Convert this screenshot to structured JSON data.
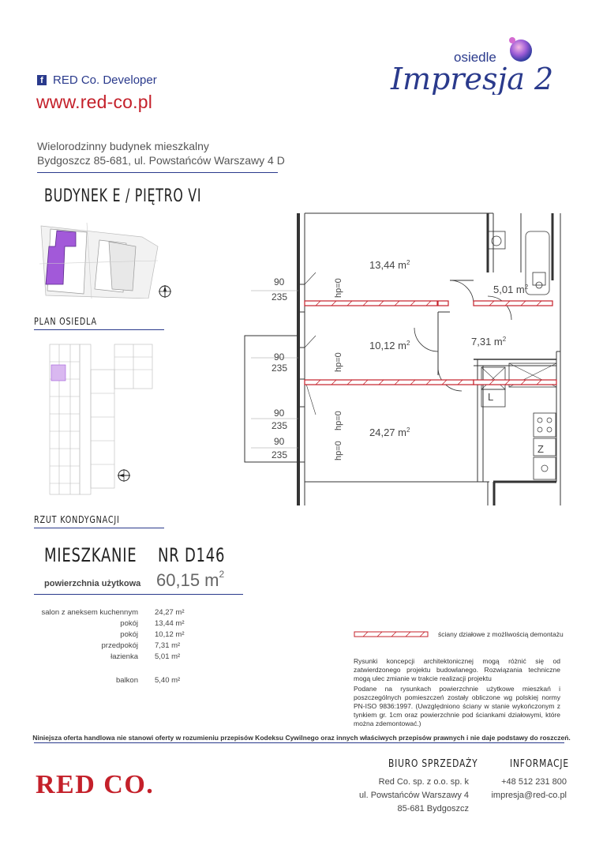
{
  "company": {
    "facebook_name": "RED Co. Developer",
    "website": "www.red-co.pl",
    "logo_text_small": "osiedle",
    "logo_text_large": "Impresja 2"
  },
  "address": {
    "line1": "Wielorodzinny budynek mieszkalny",
    "line2": "Bydgoszcz 85-681, ul. Powstańców Warszawy 4 D"
  },
  "building_title": "BUDYNEK E / PIĘTRO VI",
  "sections": {
    "site_plan": "PLAN OSIEDLA",
    "floor_plan": "RZUT KONDYGNACJI"
  },
  "apartment": {
    "label": "MIESZKANIE",
    "number": "NR D146",
    "area_label": "powierzchnia użytkowa",
    "area_value": "60,15 m",
    "area_unit_sup": "2"
  },
  "rooms": [
    {
      "name": "salon z aneksem kuchennym",
      "area": "24,27 m²"
    },
    {
      "name": "pokój",
      "area": "13,44 m²"
    },
    {
      "name": "pokój",
      "area": "10,12 m²"
    },
    {
      "name": "przedpokój",
      "area": "7,31 m²"
    },
    {
      "name": "łazienka",
      "area": "5,01 m²"
    },
    {
      "name": "balkon",
      "area": "5,40 m²"
    }
  ],
  "plan_labels": {
    "room1": "13,44 m",
    "room2": "10,12 m",
    "room3": "24,27 m",
    "bath": "5,01 m",
    "hall": "7,31 m",
    "sup": "2",
    "window_heights": [
      [
        "90",
        "235"
      ],
      [
        "90",
        "235"
      ],
      [
        "90",
        "235"
      ],
      [
        "90",
        "235"
      ]
    ],
    "hp": "hp=0",
    "fridge": "L",
    "washer": "Z"
  },
  "legend": "ściany działowe z możliwością demontażu",
  "notes": {
    "note1": "Rysunki koncepcji architektonicznej mogą różnić się od zatwierdzonego projektu budowlanego. Rozwiązania techniczne mogą ulec zmianie w trakcie realizacji projektu",
    "note2": "Podane na rysunkach powierzchnie użytkowe mieszkań i poszczególnych pomieszczeń zostały obliczone wg polskiej normy PN-ISO 9836:1997. (Uwzględniono ściany w stanie wykończonym z tynkiem gr. 1cm oraz powierzchnie pod ściankami działowymi, które można zdemontować.)"
  },
  "disclaimer": "Niniejsza oferta handlowa nie stanowi oferty w rozumieniu przepisów Kodeksu Cywilnego oraz innych właściwych przepisów prawnych i nie daje podstawy do roszczeń.",
  "footer": {
    "brand": "RED CO.",
    "sales_heading": "BIURO SPRZEDAŻY",
    "sales_lines": [
      "Red Co. sp. z o.o. sp. k",
      "ul. Powstańców Warszawy 4",
      "85-681 Bydgoszcz"
    ],
    "info_heading": "INFORMACJE",
    "info_lines": [
      "+48 512 231 800",
      "impresja@red-co.pl"
    ]
  },
  "colors": {
    "brand_red": "#c4202a",
    "brand_blue": "#2a3a8c",
    "highlight_purple": "#a259d9"
  }
}
